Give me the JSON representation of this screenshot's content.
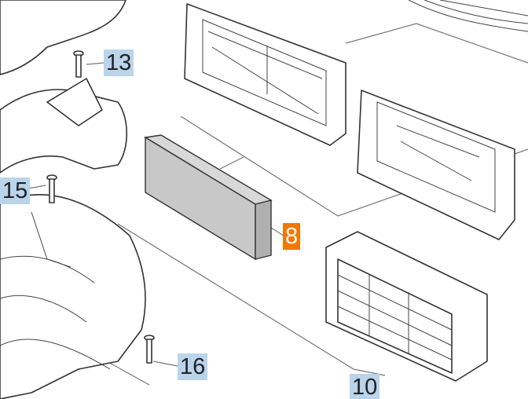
{
  "callouts": [
    {
      "id": "13",
      "highlighted": false
    },
    {
      "id": "15",
      "highlighted": false
    },
    {
      "id": "8",
      "highlighted": true
    },
    {
      "id": "16",
      "highlighted": false
    },
    {
      "id": "10",
      "highlighted": false
    }
  ],
  "colors": {
    "callout_bg": "#b9d4eb",
    "highlight_bg": "#f07800"
  }
}
